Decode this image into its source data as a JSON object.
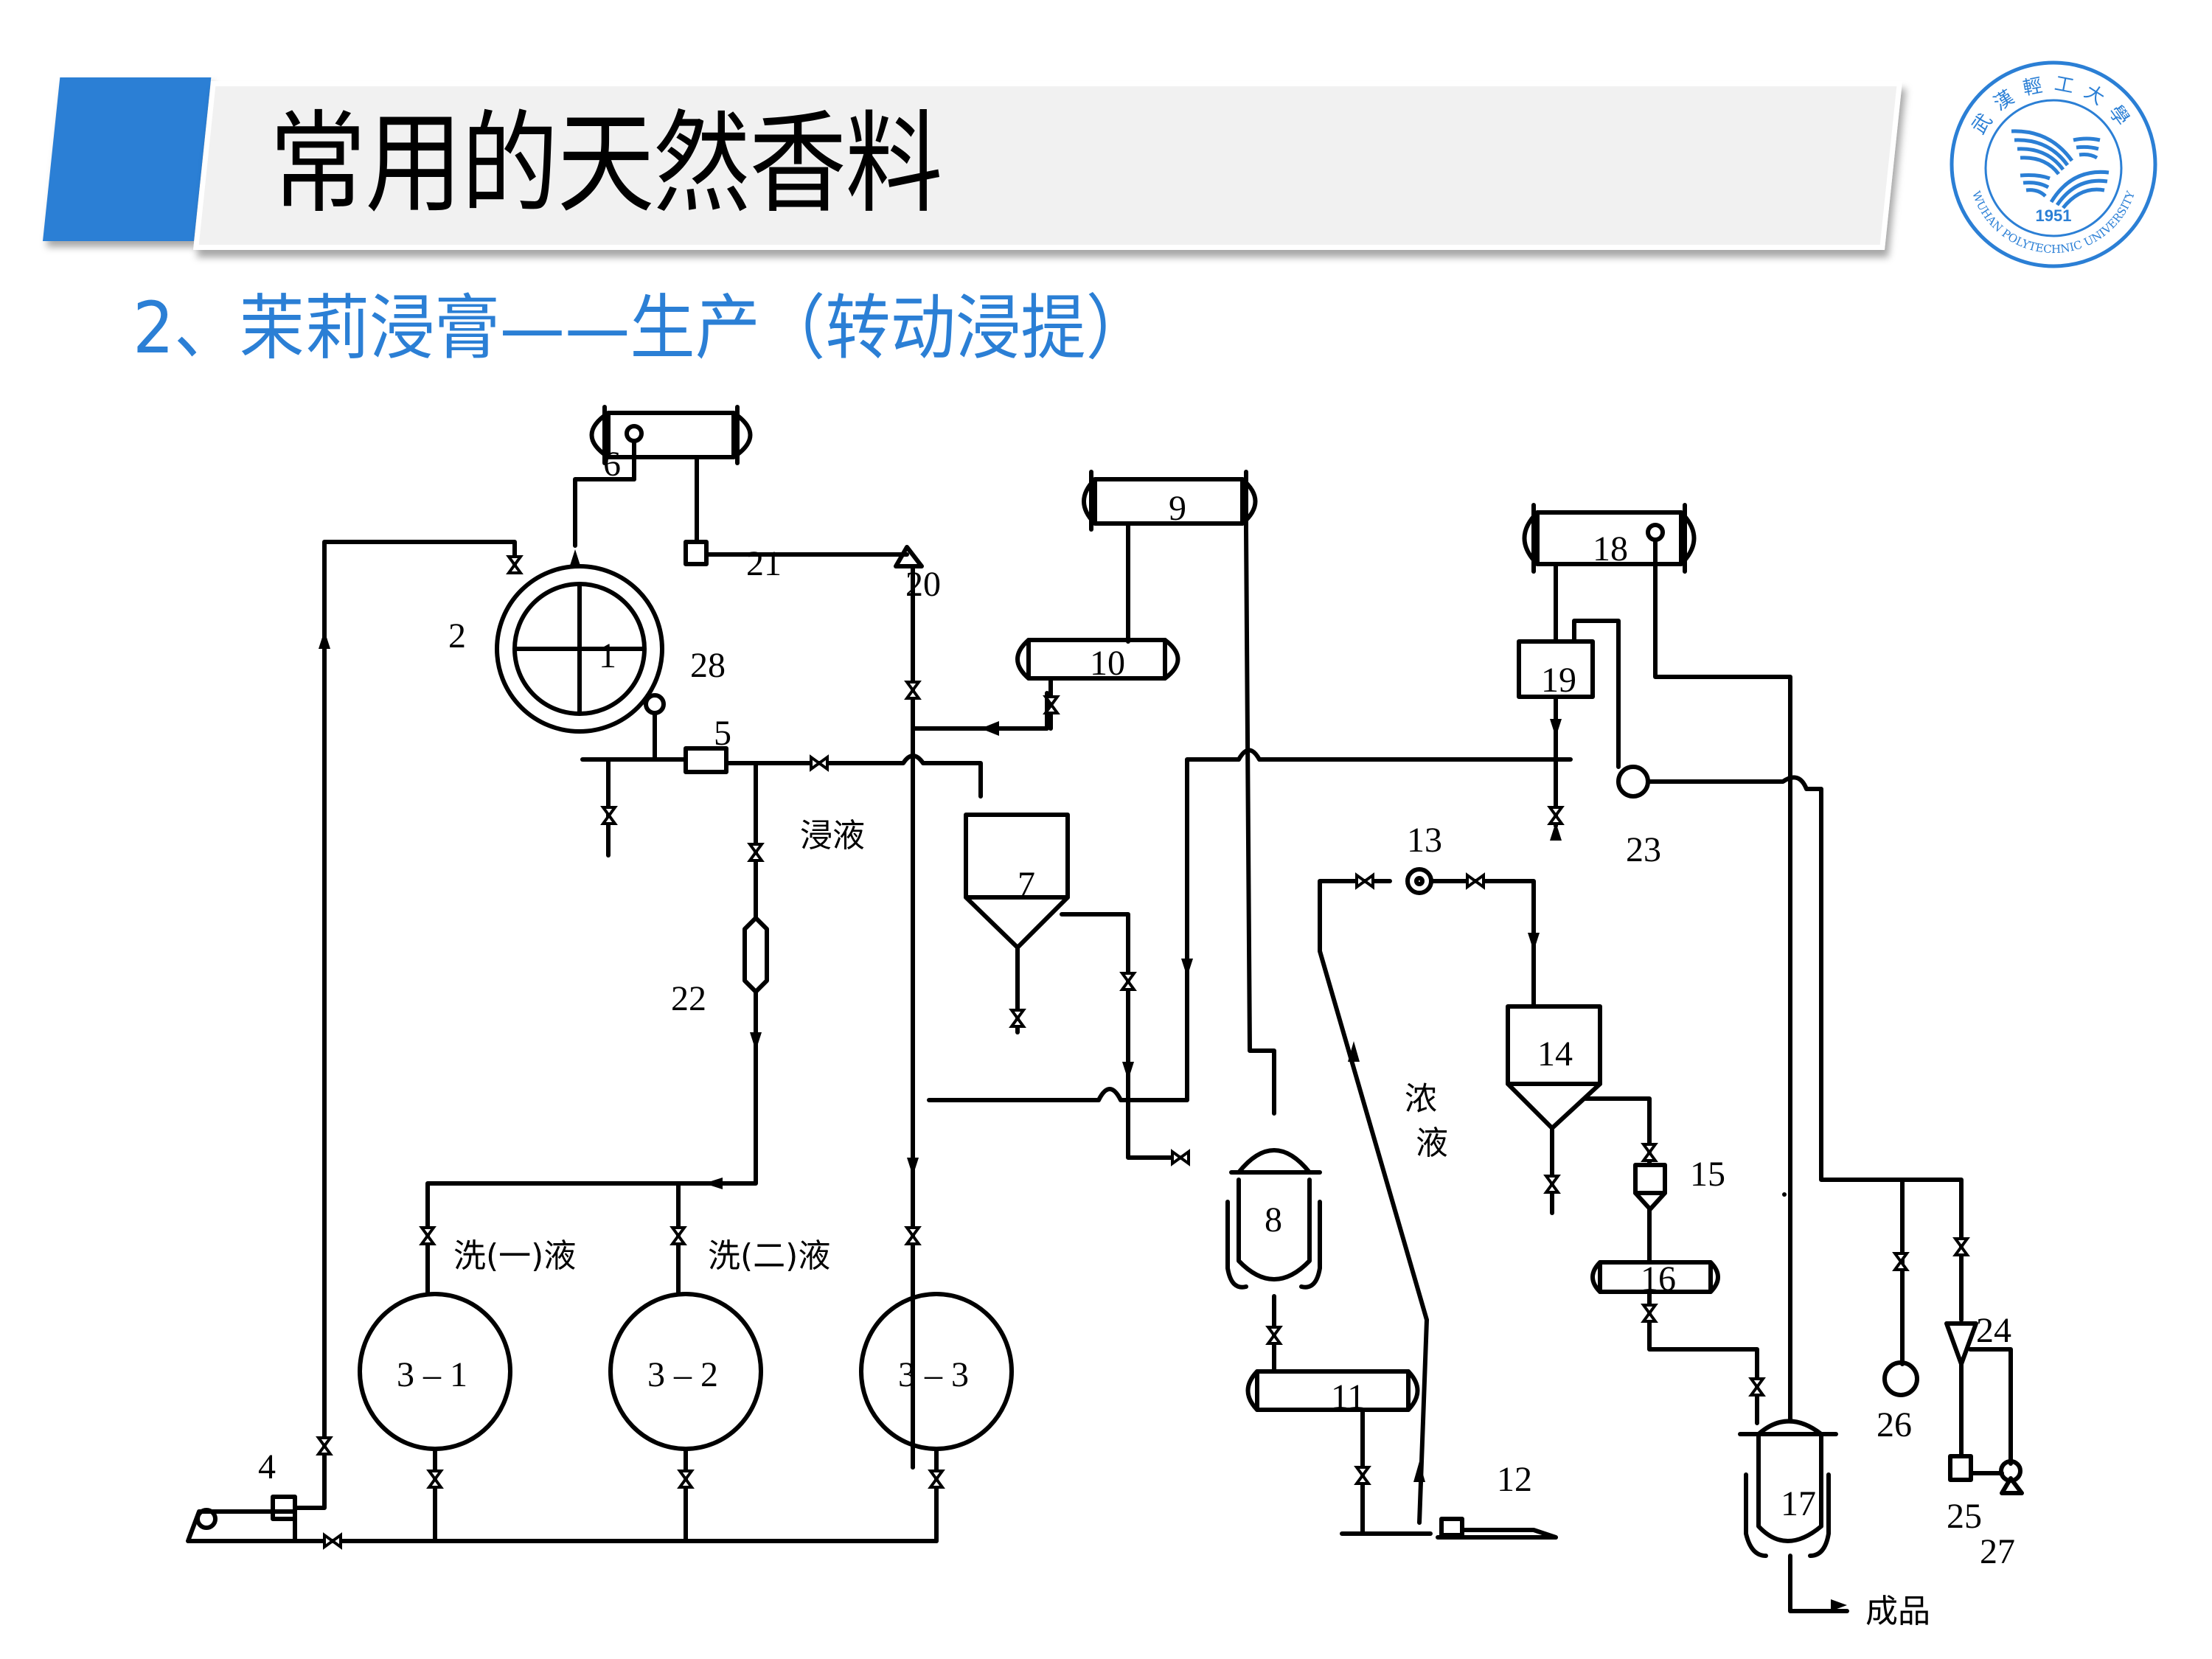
{
  "slide": {
    "title": "常用的天然香料",
    "subtitle": "2、茉莉浸膏——生产（转动浸提）"
  },
  "logo": {
    "name_cn": "武漢輕工大學",
    "name_en": "WUHAN POLYTECHNIC UNIVERSITY",
    "year": "1951",
    "color": "#2b7fd5"
  },
  "diagram": {
    "equipment_labels": {
      "e1": "1",
      "e2": "2",
      "e3_1": "3 – 1",
      "e3_2": "3 – 2",
      "e3_3": "3 – 3",
      "e4": "4",
      "e5": "5",
      "e6": "6",
      "e7": "7",
      "e8": "8",
      "e9": "9",
      "e10": "10",
      "e11": "11",
      "e12": "12",
      "e13": "13",
      "e14": "14",
      "e15": "15",
      "e16": "16",
      "e17": "17",
      "e18": "18",
      "e19": "19",
      "e20": "20",
      "e21": "21",
      "e22": "22",
      "e23": "23",
      "e24": "24",
      "e25": "25",
      "e26": "26",
      "e27": "27",
      "e28": "28"
    },
    "stream_labels": {
      "soak_liquid": "浸液",
      "wash1": "洗(一)液",
      "wash2": "洗(二)液",
      "concentrate_l1": "浓",
      "concentrate_l2": "液",
      "product": "成品"
    }
  }
}
